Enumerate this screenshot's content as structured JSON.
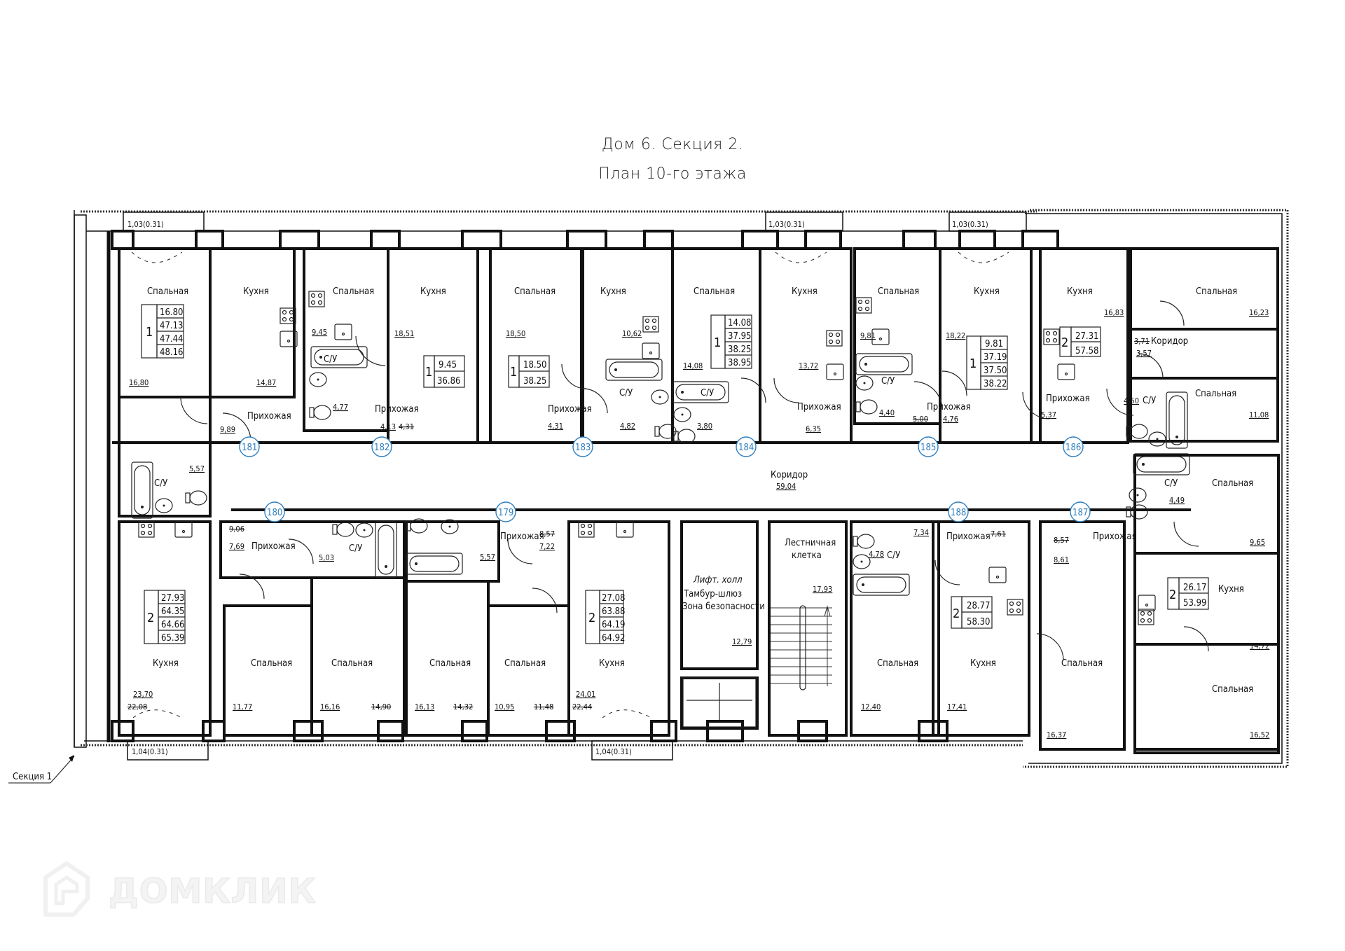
{
  "title": {
    "line1": "Дом 6. Секция 2.",
    "line2": "План 10-го этажа"
  },
  "section_pointer": {
    "label": "Секция 1"
  },
  "watermark": {
    "text": "ДОМКЛИК",
    "icon": "house-logo-icon"
  },
  "balconies": {
    "top": [
      "1,03(0.31)",
      "1,03(0.31)",
      "1,03(0.31)"
    ],
    "bottom": [
      "1,04(0.31)",
      "1,04(0.31)"
    ]
  },
  "common": {
    "corridor": {
      "name": "Коридор",
      "area": "59,04"
    },
    "lift_hall": {
      "line1": "Лифт. холл",
      "line2": "Тамбур-шлюз",
      "line3": "Зона безопасности",
      "area": "12,79"
    },
    "stairs": {
      "line1": "Лестничная",
      "line2": "клетка",
      "area": "17,93"
    }
  },
  "labels": {
    "bedroom": "Спальная",
    "kitchen": "Кухня",
    "hall": "Прихожая",
    "bath": "С/У",
    "corridor": "Коридор"
  },
  "apartments": {
    "a181": {
      "number": "181",
      "rooms": "1",
      "table": [
        "16.80",
        "47.13",
        "47.44",
        "48.16"
      ],
      "bedroom": "16,80",
      "kitchen": "14,87",
      "hall": "9,89",
      "bath": "5,57"
    },
    "a182": {
      "number": "182",
      "rooms": "1",
      "table": [
        "9.45",
        "36.86"
      ],
      "kitchen_nook": "9,45",
      "kitchen": "18,51",
      "bath": "4,77",
      "hall": "4,13",
      "hall_old": "4,31"
    },
    "a183": {
      "number": "183",
      "rooms": "1",
      "table": [
        "18.50",
        "38.25"
      ],
      "bedroom": "18,50",
      "kitchen": "10,62",
      "hall": "4,31",
      "bath": "4,82"
    },
    "a184": {
      "number": "184",
      "rooms": "1",
      "table": [
        "14.08",
        "37.95",
        "38.25",
        "38.95"
      ],
      "bedroom": "14,08",
      "kitchen": "13,72",
      "hall": "6,35",
      "bath": "3,80"
    },
    "a185": {
      "number": "185",
      "rooms": "1",
      "table": [
        "9.81",
        "37.19",
        "37.50",
        "38.22"
      ],
      "kitchen_nook": "9,81",
      "kitchen": "18,22",
      "bath": "4,40",
      "hall": "4,76",
      "hall_old": "5,00"
    },
    "a186": {
      "number": "186",
      "rooms": "2",
      "table": [
        "27.31",
        "57.58"
      ],
      "kitchen": "16,83",
      "bedroom1": "16,23",
      "bedroom2": "11,08",
      "corridor": "3,57",
      "corridor_old": "3,71",
      "hall": "5,37",
      "bath": "4,50"
    },
    "a187": {
      "number": "187",
      "rooms": "2",
      "table": [
        "26.17",
        "53.99"
      ],
      "bath": "4,49",
      "bedroom1": "9,65",
      "kitchen": "14,72",
      "hall": "8,61",
      "hall_old": "8,57",
      "bedroom2": "16,37",
      "bedroom3": "16,52"
    },
    "a188": {
      "number": "188",
      "rooms": "2",
      "table": [
        "28.77",
        "58.30"
      ],
      "bath": "4,78",
      "hall_a": "7,34",
      "hall_old": "7,61",
      "bedroom": "12,40",
      "kitchen": "17,41"
    },
    "a179": {
      "number": "179",
      "rooms": "2",
      "table": [
        "27.08",
        "63.88",
        "64.19",
        "64.92"
      ],
      "bath": "5,57",
      "hall": "7,22",
      "hall_old": "8,57",
      "bedroom1": "16,13",
      "bedroom1_old": "14,32",
      "bedroom2": "10,95",
      "bedroom2_old": "11,48",
      "kitchen": "24,01",
      "kitchen_old": "22,44"
    },
    "a180": {
      "number": "180",
      "rooms": "2",
      "table": [
        "27.93",
        "64.35",
        "64.66",
        "65.39"
      ],
      "hall": "7,69",
      "hall_old": "9,06",
      "bath": "5,03",
      "kitchen": "23,70",
      "kitchen_old": "22,08",
      "bedroom1": "11,77",
      "bedroom2": "16,16",
      "bedroom2_old": "14,90"
    }
  }
}
